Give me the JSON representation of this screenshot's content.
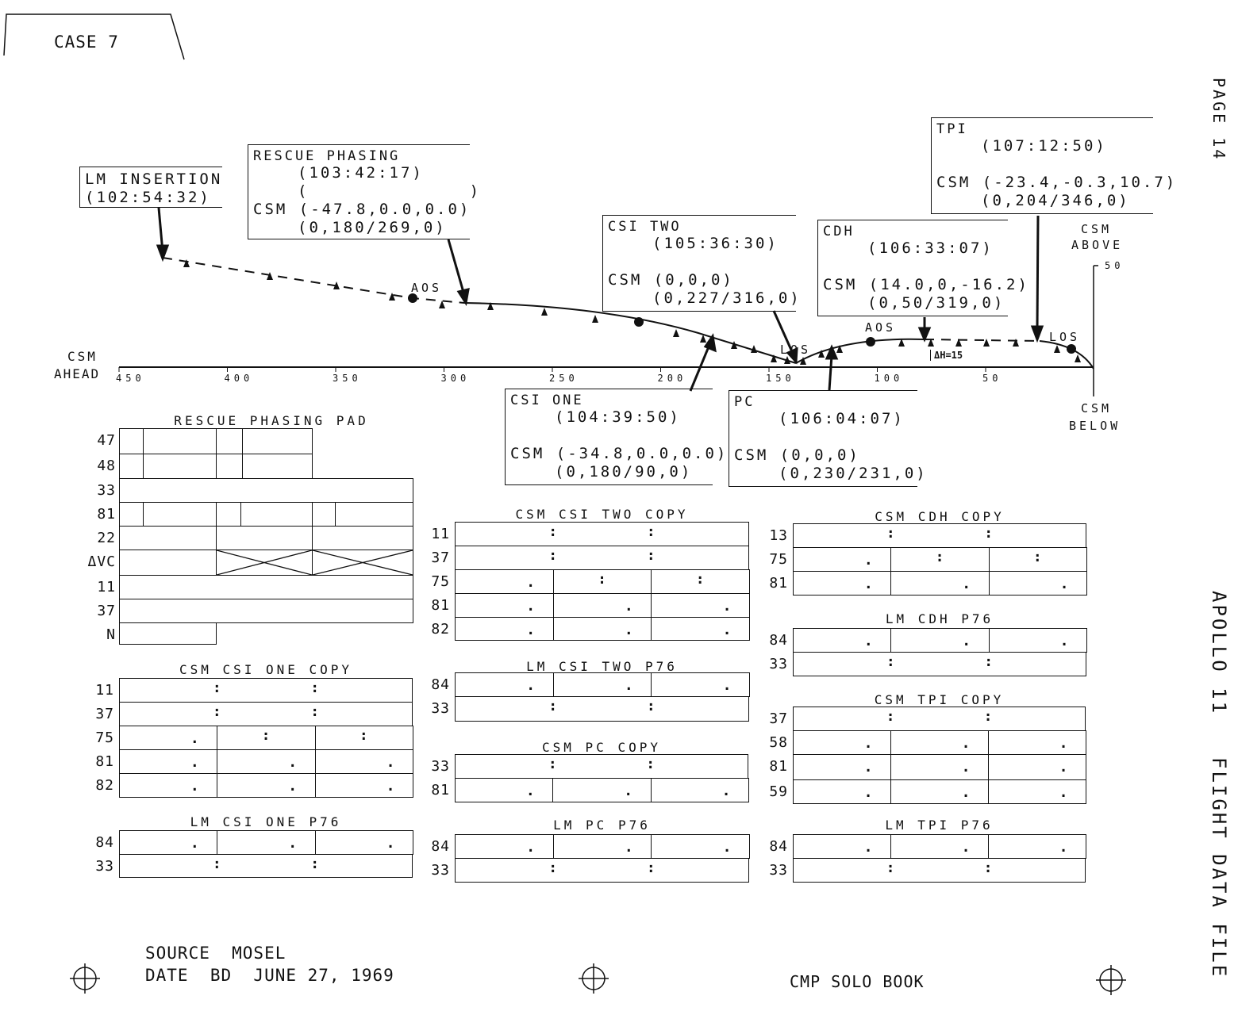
{
  "header": {
    "case_tab": "CASE 7",
    "page_label": "PAGE 14"
  },
  "side": {
    "mission": "APOLLO 11",
    "file": "FLIGHT DATA FILE"
  },
  "chart": {
    "csm_ahead_1": "CSM",
    "csm_ahead_2": "AHEAD",
    "csm_above_1": "CSM",
    "csm_above_2": "ABOVE",
    "above_tick": "50",
    "csm_below_1": "CSM",
    "csm_below_2": "BELOW",
    "ticks": [
      "450",
      "400",
      "350",
      "300",
      "250",
      "200",
      "150",
      "100",
      "50"
    ],
    "aos1": "AOS",
    "aos2": "AOS",
    "los1": "LOS",
    "los2": "LOS",
    "delta_h": "ΔH=15"
  },
  "events": [
    {
      "title": "LM INSERTION",
      "time": "(102:54:32)"
    },
    {
      "title": "RESCUE PHASING",
      "time": "(103:42:17)",
      "blank": "(              )",
      "csm": "CSM (-47.8,0.0,0.0)",
      "att": "(0,180/269,0)"
    },
    {
      "title": "CSI ONE",
      "time": "(104:39:50)",
      "csm": "CSM (-34.8,0.0,0.0)",
      "att": "(0,180/90,0)"
    },
    {
      "title": "CSI TWO",
      "time": "(105:36:30)",
      "csm": "CSM (0,0,0)",
      "att": "(0,227/316,0)"
    },
    {
      "title": "PC",
      "time": "(106:04:07)",
      "csm": "CSM (0,0,0)",
      "att": "(0,230/231,0)"
    },
    {
      "title": "CDH",
      "time": "(106:33:07)",
      "csm": "CSM (14.0,0,-16.2)",
      "att": "(0,50/319,0)"
    },
    {
      "title": "TPI",
      "time": "(107:12:50)",
      "csm": "CSM (-23.4,-0.3,10.7)",
      "att": "(0,204/346,0)"
    }
  ],
  "rescue_pad": {
    "title": "RESCUE PHASING PAD",
    "rows": [
      "47",
      "48",
      "33",
      "81",
      "22",
      "ΔVC",
      "11",
      "37",
      "N"
    ]
  },
  "pads": [
    {
      "title": "CSM CSI ONE COPY",
      "rows": [
        {
          "label": "11",
          "type": "c2"
        },
        {
          "label": "37",
          "type": "c2"
        },
        {
          "label": "75",
          "type": "dcc"
        },
        {
          "label": "81",
          "type": "d3"
        },
        {
          "label": "82",
          "type": "d3"
        }
      ]
    },
    {
      "title": "LM CSI ONE P76",
      "rows": [
        {
          "label": "84",
          "type": "d3"
        },
        {
          "label": "33",
          "type": "c2"
        }
      ]
    },
    {
      "title": "CSM CSI TWO COPY",
      "rows": [
        {
          "label": "11",
          "type": "c2"
        },
        {
          "label": "37",
          "type": "c2"
        },
        {
          "label": "75",
          "type": "dcc"
        },
        {
          "label": "81",
          "type": "d3"
        },
        {
          "label": "82",
          "type": "d3"
        }
      ]
    },
    {
      "title": "LM CSI TWO P76",
      "rows": [
        {
          "label": "84",
          "type": "d3"
        },
        {
          "label": "33",
          "type": "c2"
        }
      ]
    },
    {
      "title": "CSM PC COPY",
      "rows": [
        {
          "label": "33",
          "type": "c2"
        },
        {
          "label": "81",
          "type": "d3"
        }
      ]
    },
    {
      "title": "LM PC P76",
      "rows": [
        {
          "label": "84",
          "type": "d3"
        },
        {
          "label": "33",
          "type": "c2"
        }
      ]
    },
    {
      "title": "CSM CDH COPY",
      "rows": [
        {
          "label": "13",
          "type": "c2"
        },
        {
          "label": "75",
          "type": "dcc"
        },
        {
          "label": "81",
          "type": "d3"
        }
      ]
    },
    {
      "title": "LM CDH P76",
      "rows": [
        {
          "label": "84",
          "type": "d3"
        },
        {
          "label": "33",
          "type": "c2"
        }
      ]
    },
    {
      "title": "CSM TPI COPY",
      "rows": [
        {
          "label": "37",
          "type": "c2"
        },
        {
          "label": "58",
          "type": "d3"
        },
        {
          "label": "81",
          "type": "d3"
        },
        {
          "label": "59",
          "type": "d3"
        }
      ]
    },
    {
      "title": "LM TPI P76",
      "rows": [
        {
          "label": "84",
          "type": "d3"
        },
        {
          "label": "33",
          "type": "c2"
        }
      ]
    }
  ],
  "footer": {
    "source": "SOURCE  MOSEL",
    "date": "DATE  BD  JUNE 27, 1969",
    "book": "CMP SOLO BOOK"
  }
}
